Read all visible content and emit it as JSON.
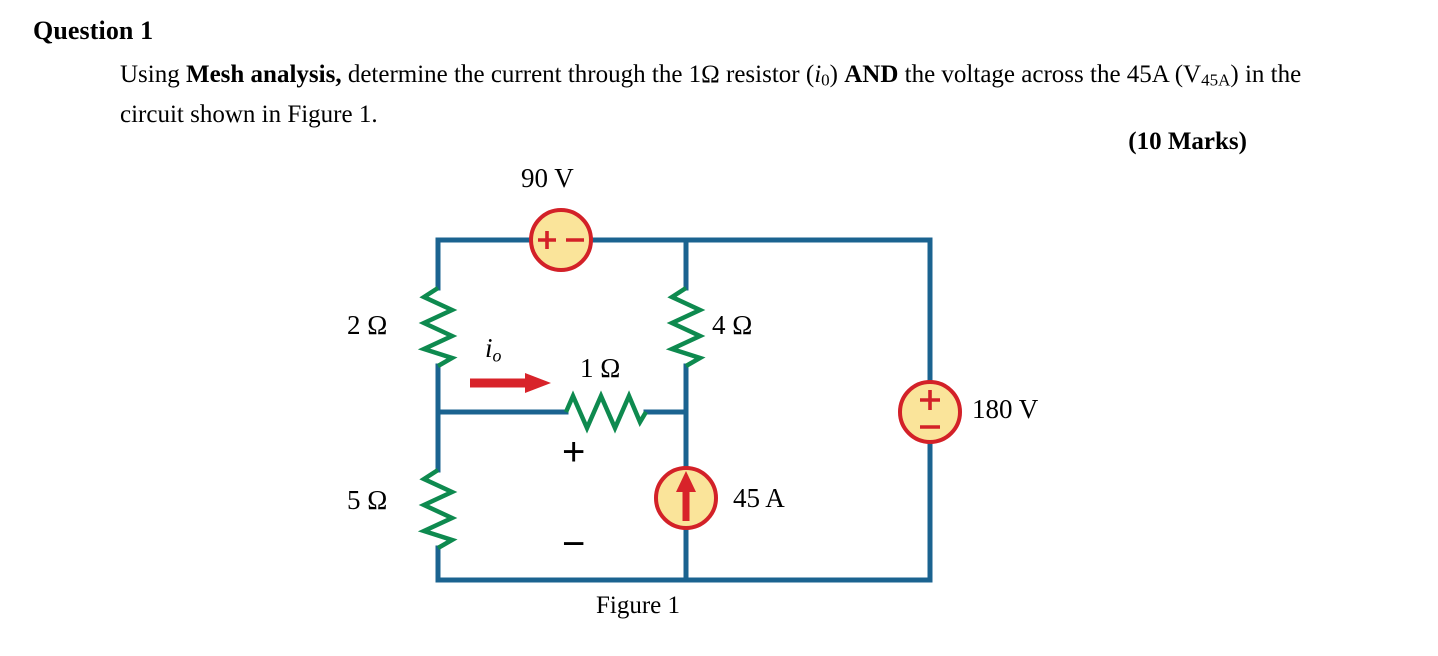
{
  "question": {
    "heading": "Question 1",
    "body_prefix": "Using ",
    "body_bold1": "Mesh analysis,",
    "body_mid1": " determine the current through the 1Ω resistor (",
    "body_ital1": "i",
    "body_sub1": "0",
    "body_mid2": ") ",
    "body_bold2": "AND",
    "body_mid3": " the voltage across the 45A (V",
    "body_sub2": "45A",
    "body_suffix": ") in the circuit shown in Figure 1.",
    "marks": "(10 Marks)"
  },
  "figure": {
    "caption": "Figure 1",
    "labels": {
      "source_90v": "90 V",
      "resistor_2ohm": "2 Ω",
      "resistor_5ohm": "5 Ω",
      "resistor_4ohm": "4 Ω",
      "resistor_1ohm": "1 Ω",
      "source_180v": "180 V",
      "source_45a": "45 A",
      "current_io_symbol": "i",
      "current_io_sub": "o",
      "v45a_plus": "+",
      "v45a_minus": "−",
      "source_90v_plus": "+",
      "source_90v_minus": "−",
      "source_180v_plus": "+",
      "source_180v_minus": "−"
    },
    "colors": {
      "wire": "#1b6390",
      "resistor": "#0e8a4f",
      "source_fill": "#fae49a",
      "source_stroke": "#d32128",
      "arrow": "#d8232a",
      "text": "#000000"
    }
  },
  "chart_data": {
    "type": "diagram",
    "title": "Figure 1",
    "elements": [
      {
        "name": "90 V voltage source",
        "kind": "voltage-source",
        "value": "90 V",
        "polarity": "+ left, − right",
        "branch": "top branch between left node and middle node"
      },
      {
        "name": "2 Ω resistor",
        "kind": "resistor",
        "value": "2 Ω",
        "branch": "left vertical, upper"
      },
      {
        "name": "5 Ω resistor",
        "kind": "resistor",
        "value": "5 Ω",
        "branch": "left vertical, lower"
      },
      {
        "name": "4 Ω resistor",
        "kind": "resistor",
        "value": "4 Ω",
        "branch": "middle vertical, upper"
      },
      {
        "name": "1 Ω resistor",
        "kind": "resistor",
        "value": "1 Ω",
        "branch": "middle horizontal",
        "current": "i_o (left to right)"
      },
      {
        "name": "45 A current source",
        "kind": "current-source",
        "value": "45 A",
        "direction": "upward",
        "branch": "middle vertical, lower"
      },
      {
        "name": "180 V voltage source",
        "kind": "voltage-source",
        "value": "180 V",
        "polarity": "+ top, − bottom",
        "branch": "right vertical"
      }
    ],
    "annotations": [
      "i_o",
      "+ (V45A top)",
      "− (V45A bottom)"
    ]
  }
}
